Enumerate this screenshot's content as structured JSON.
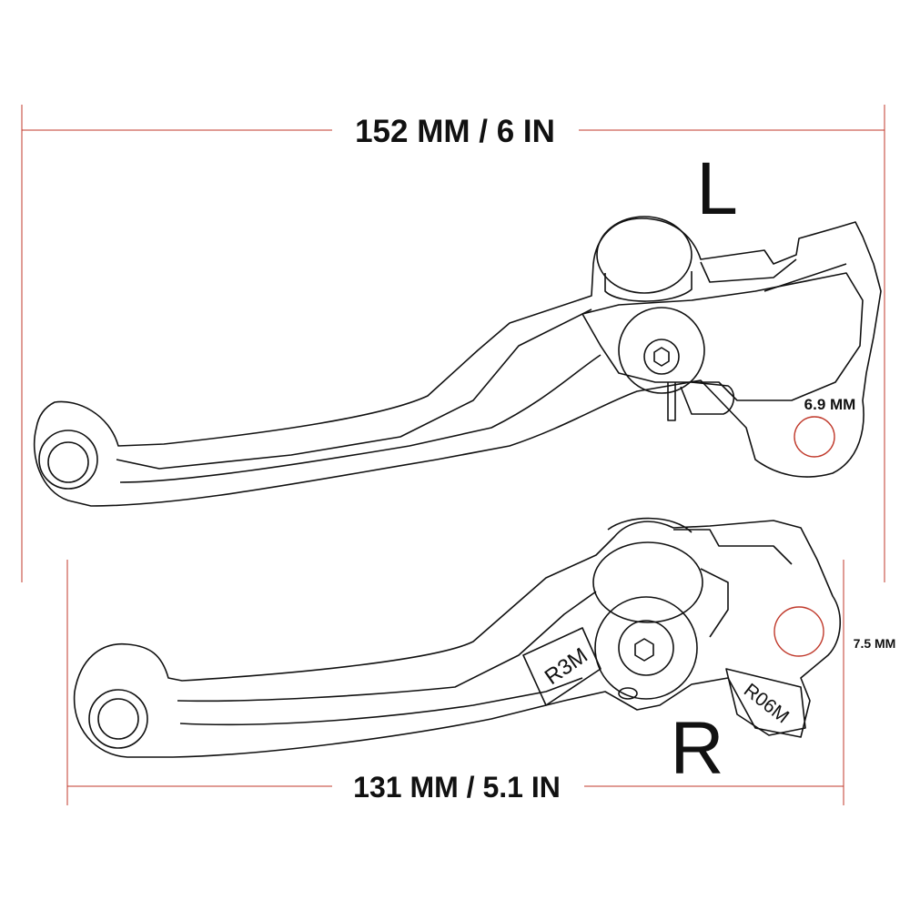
{
  "dimensions": {
    "top_overall": "152 MM / 6 IN",
    "bottom_overall": "131 MM / 5.1 IN",
    "left_hole": "6.9 MM",
    "right_hole": "7.5 MM"
  },
  "levers": {
    "left_label": "L",
    "right_label": "R",
    "right_stamp_1": "R3M",
    "right_stamp_2": "R06M"
  },
  "colors": {
    "line": "#111111",
    "dimension_line": "#c0392b",
    "hole_marker": "#c0392b"
  }
}
